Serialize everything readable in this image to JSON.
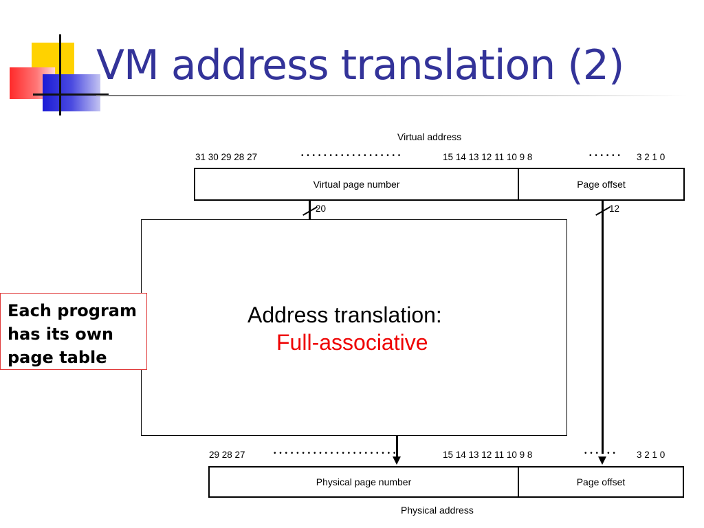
{
  "slide": {
    "title": "VM address translation (2)"
  },
  "virtual": {
    "caption": "Virtual address",
    "bit_labels_left": "31  30  29  28  27",
    "bit_dots_left": "• • • • • • • • • • • • • • • • • •",
    "bit_labels_mid": "15  14  13  12  11  10  9  8",
    "bit_dots_right": "• • • • • •",
    "bit_labels_right": "3  2  1  0",
    "page_number_label": "Virtual page number",
    "offset_label": "Page offset",
    "page_number_width": "20",
    "offset_width": "12"
  },
  "physical": {
    "caption": "Physical address",
    "bit_labels_left": "29  28  27",
    "bit_dots_left": "• • • • • • • • • • • • • • • • • • • • • •",
    "bit_labels_mid": "15  14  13  12  11  10  9  8",
    "bit_dots_right": "• • • • • •",
    "bit_labels_right": "3  2  1  0",
    "page_number_label": "Physical page number",
    "offset_label": "Page offset"
  },
  "overlay": {
    "line1": "Address translation:",
    "line2": "Full-associative",
    "line2_color": "#ee0000"
  },
  "callout": {
    "lines": [
      "Each program",
      "has its own",
      "page table"
    ]
  },
  "colors": {
    "title": "#333399",
    "callout_border": "#e03a3a"
  }
}
